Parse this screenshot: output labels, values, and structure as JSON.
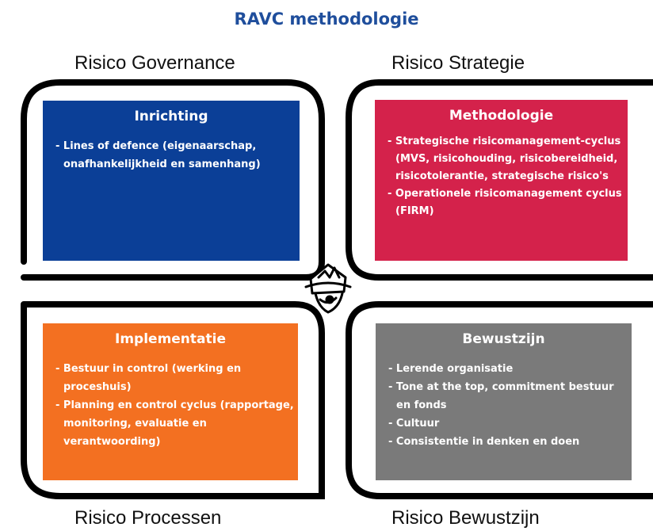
{
  "title": "RAVC methodologie",
  "quadrants": {
    "top_left": {
      "label": "Risico Governance",
      "box_title": "Inrichting",
      "color": "#0b3f97",
      "items": [
        "Lines of defence (eigenaarschap, onafhankelijkheid en samenhang)"
      ]
    },
    "top_right": {
      "label": "Risico Strategie",
      "box_title": "Methodologie",
      "color": "#d4224b",
      "items": [
        "Strategische risicomanagement-cyclus (MVS, risicohouding, risicobereidheid, risicotolerantie, strategische risico's",
        "Operationele risicomanagement cyclus (FIRM)"
      ]
    },
    "bottom_left": {
      "label": "Risico Processen",
      "box_title": "Implementatie",
      "color": "#f37021",
      "items": [
        "Bestuur in control (werking en proceshuis)",
        "Planning en control cyclus (rapportage, monitoring, evaluatie en verantwoording)"
      ]
    },
    "bottom_right": {
      "label": "Risico Bewustzijn",
      "box_title": "Bewustzijn",
      "color": "#7a7a7a",
      "items": [
        "Lerende organisatie",
        "Tone at the top, commitment bestuur en fonds",
        "Cultuur",
        "Consistentie in denken en doen"
      ]
    }
  },
  "center_logo_icon": "lighthouse-logo-icon"
}
